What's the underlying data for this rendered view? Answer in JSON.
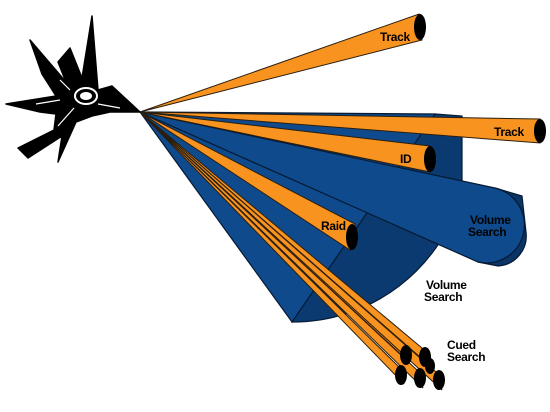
{
  "diagram": {
    "colors": {
      "beam": "#F7931E",
      "beam_edge": "#2B1E10",
      "volume_fill": "#0E4A8C",
      "volume_side": "#0A3566",
      "volume_edge": "#061A33",
      "aperture": "#000000",
      "aircraft": "#000000",
      "background": "#FFFFFF"
    },
    "icons": [
      "stealth-fighter-aircraft-icon"
    ],
    "labels": {
      "track_upper": "Track",
      "track_right": "Track",
      "id": "ID",
      "raid": "Raid",
      "volume_search_right_1": "Volume",
      "volume_search_right_2": "Search",
      "volume_search_lower_1": "Volume",
      "volume_search_lower_2": "Search",
      "cued_search_1": "Cued",
      "cued_search_2": "Search"
    }
  }
}
